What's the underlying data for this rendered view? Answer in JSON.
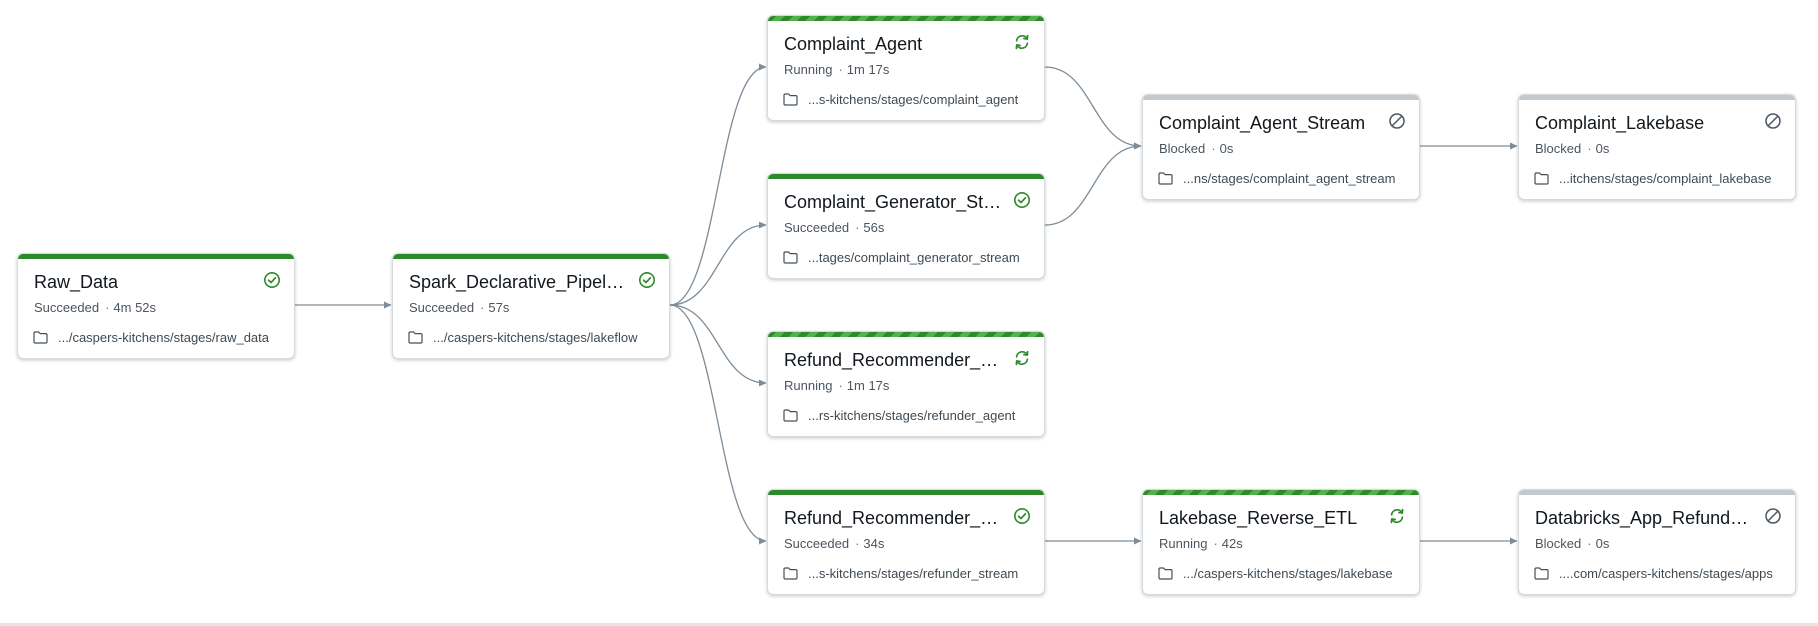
{
  "colors": {
    "success": "#2d8a2b",
    "running_light": "#58b04a",
    "blocked": "#c3c9cd",
    "edge": "#7d8c98"
  },
  "nodes": [
    {
      "id": "raw",
      "name": "Raw_Data",
      "status": "Succeeded",
      "duration": "4m 52s",
      "path": ".../caspers-kitchens/stages/raw_data",
      "status_icon": "check-circle-icon"
    },
    {
      "id": "spark",
      "name": "Spark_Declarative_Pipeline",
      "status": "Succeeded",
      "duration": "57s",
      "path": ".../caspers-kitchens/stages/lakeflow",
      "status_icon": "check-circle-icon"
    },
    {
      "id": "cagent",
      "name": "Complaint_Agent",
      "status": "Running",
      "duration": "1m 17s",
      "path": "...s-kitchens/stages/complaint_agent",
      "status_icon": "refresh-icon"
    },
    {
      "id": "cgen",
      "name": "Complaint_Generator_Stream",
      "status": "Succeeded",
      "duration": "56s",
      "path": "...tages/complaint_generator_stream",
      "status_icon": "check-circle-icon"
    },
    {
      "id": "ragent",
      "name": "Refund_Recommender_Agent",
      "status": "Running",
      "duration": "1m 17s",
      "path": "...rs-kitchens/stages/refunder_agent",
      "status_icon": "refresh-icon"
    },
    {
      "id": "rstream",
      "name": "Refund_Recommender_Stream",
      "status": "Succeeded",
      "duration": "34s",
      "path": "...s-kitchens/stages/refunder_stream",
      "status_icon": "check-circle-icon"
    },
    {
      "id": "castream",
      "name": "Complaint_Agent_Stream",
      "status": "Blocked",
      "duration": "0s",
      "path": "...ns/stages/complaint_agent_stream",
      "status_icon": "blocked-icon"
    },
    {
      "id": "lretl",
      "name": "Lakebase_Reverse_ETL",
      "status": "Running",
      "duration": "42s",
      "path": ".../caspers-kitchens/stages/lakebase",
      "status_icon": "refresh-icon"
    },
    {
      "id": "clake",
      "name": "Complaint_Lakebase",
      "status": "Blocked",
      "duration": "0s",
      "path": "...itchens/stages/complaint_lakebase",
      "status_icon": "blocked-icon"
    },
    {
      "id": "dbapp",
      "name": "Databricks_App_Refund_Manager",
      "status": "Blocked",
      "duration": "0s",
      "path": "....com/caspers-kitchens/stages/apps",
      "status_icon": "blocked-icon"
    }
  ],
  "edges": [
    {
      "from": "raw",
      "to": "spark"
    },
    {
      "from": "spark",
      "to": "cagent"
    },
    {
      "from": "spark",
      "to": "cgen"
    },
    {
      "from": "spark",
      "to": "ragent"
    },
    {
      "from": "spark",
      "to": "rstream"
    },
    {
      "from": "cagent",
      "to": "castream"
    },
    {
      "from": "cgen",
      "to": "castream"
    },
    {
      "from": "castream",
      "to": "clake"
    },
    {
      "from": "rstream",
      "to": "lretl"
    },
    {
      "from": "lretl",
      "to": "dbapp"
    }
  ]
}
